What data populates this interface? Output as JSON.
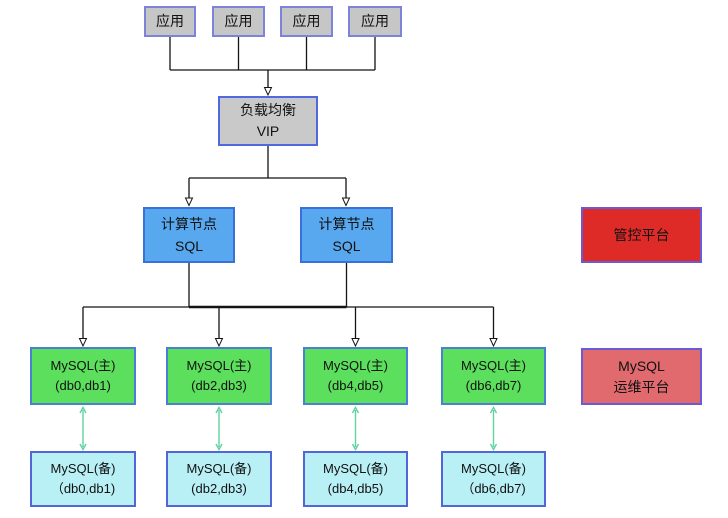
{
  "app_nodes": [
    {
      "label": "应用"
    },
    {
      "label": "应用"
    },
    {
      "label": "应用"
    },
    {
      "label": "应用"
    }
  ],
  "load_balancer": {
    "line1": "负载均衡",
    "line2": "VIP"
  },
  "compute_nodes": [
    {
      "line1": "计算节点",
      "line2": "SQL"
    },
    {
      "line1": "计算节点",
      "line2": "SQL"
    }
  ],
  "masters": [
    {
      "line1": "MySQL(主)",
      "line2": "(db0,db1)"
    },
    {
      "line1": "MySQL(主)",
      "line2": "(db2,db3)"
    },
    {
      "line1": "MySQL(主)",
      "line2": "(db4,db5)"
    },
    {
      "line1": "MySQL(主)",
      "line2": "(db6,db7)"
    }
  ],
  "standbys": [
    {
      "line1": "MySQL(备)",
      "line2": "（db0,db1)"
    },
    {
      "line1": "MySQL(备)",
      "line2": "(db2,db3)"
    },
    {
      "line1": "MySQL(备)",
      "line2": "(db4,db5)"
    },
    {
      "line1": "MySQL(备)",
      "line2": "（db6,db7)"
    }
  ],
  "side_panels": {
    "control": {
      "label": "管控平台"
    },
    "ops": {
      "line1": "MySQL",
      "line2": "运维平台"
    }
  },
  "colors": {
    "app_fill": "#c6c6c6",
    "app_border": "#7c83d9",
    "lb_border": "#5268de",
    "sql_fill": "#57a8ef",
    "sql_border": "#3b6fd9",
    "master_fill": "#5bdf5c",
    "master_border": "#4a80d2",
    "standby_fill": "#b9f0f6",
    "standby_border": "#5366d9",
    "control_fill": "#de2b28",
    "ops_fill": "#e16a6e",
    "panel_border": "#6a5ad5",
    "connector": "#141414",
    "replication_arrow": "#5fd3a0"
  }
}
